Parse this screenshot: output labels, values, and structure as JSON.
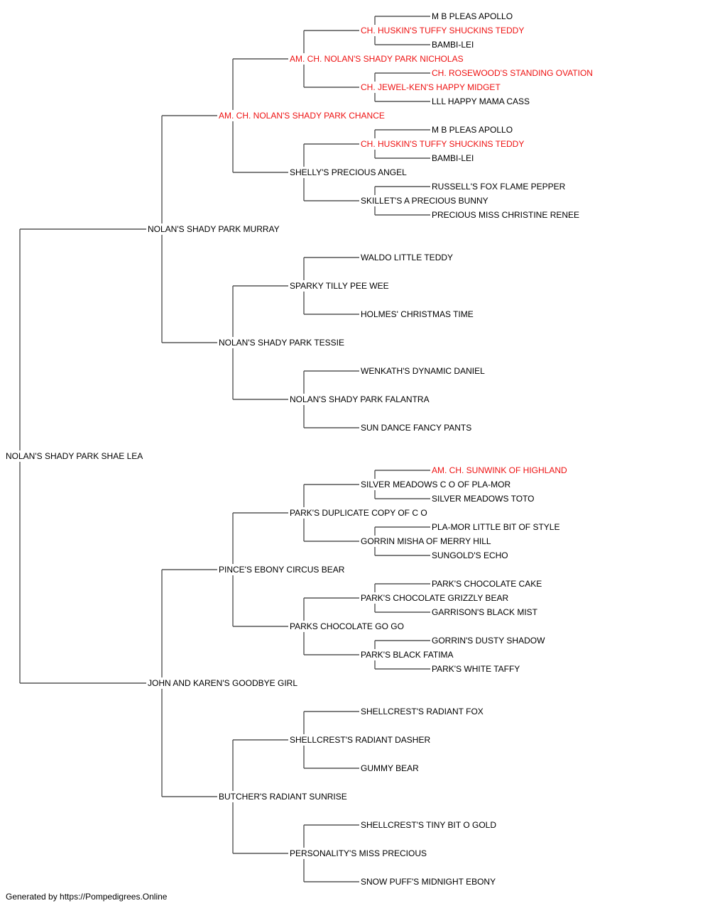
{
  "colors": {
    "champion": "#ee1111",
    "normal": "#000000",
    "line": "#555555",
    "background": "#ffffff"
  },
  "pedigree": {
    "name": "NOLAN'S SHADY PARK SHAE LEA",
    "champion": false,
    "sire": {
      "name": "NOLAN'S SHADY PARK MURRAY",
      "champion": false,
      "sire": {
        "name": "AM. CH. NOLAN'S SHADY PARK CHANCE",
        "champion": true,
        "sire": {
          "name": "AM. CH. NOLAN'S SHADY PARK NICHOLAS",
          "champion": true,
          "sire": {
            "name": "CH. HUSKIN'S TUFFY SHUCKINS TEDDY",
            "champion": true,
            "sire": {
              "name": "M B PLEAS APOLLO",
              "champion": false
            },
            "dam": {
              "name": "BAMBI-LEI",
              "champion": false
            }
          },
          "dam": {
            "name": "CH. JEWEL-KEN'S HAPPY MIDGET",
            "champion": true,
            "sire": {
              "name": "CH. ROSEWOOD'S STANDING OVATION",
              "champion": true
            },
            "dam": {
              "name": "LLL HAPPY MAMA CASS",
              "champion": false
            }
          }
        },
        "dam": {
          "name": "SHELLY'S PRECIOUS ANGEL",
          "champion": false,
          "sire": {
            "name": "CH. HUSKIN'S TUFFY SHUCKINS TEDDY",
            "champion": true,
            "sire": {
              "name": "M B PLEAS APOLLO",
              "champion": false
            },
            "dam": {
              "name": "BAMBI-LEI",
              "champion": false
            }
          },
          "dam": {
            "name": "SKILLET'S A PRECIOUS BUNNY",
            "champion": false,
            "sire": {
              "name": "RUSSELL'S FOX FLAME PEPPER",
              "champion": false
            },
            "dam": {
              "name": "PRECIOUS MISS CHRISTINE RENEE",
              "champion": false
            }
          }
        }
      },
      "dam": {
        "name": "NOLAN'S SHADY PARK TESSIE",
        "champion": false,
        "sire": {
          "name": "SPARKY TILLY PEE WEE",
          "champion": false,
          "sire": {
            "name": "WALDO LITTLE TEDDY",
            "champion": false
          },
          "dam": {
            "name": "HOLMES' CHRISTMAS TIME",
            "champion": false
          }
        },
        "dam": {
          "name": "NOLAN'S SHADY PARK FALANTRA",
          "champion": false,
          "sire": {
            "name": "WENKATH'S DYNAMIC DANIEL",
            "champion": false
          },
          "dam": {
            "name": "SUN DANCE FANCY PANTS",
            "champion": false
          }
        }
      }
    },
    "dam": {
      "name": "JOHN AND KAREN'S GOODBYE GIRL",
      "champion": false,
      "sire": {
        "name": "PINCE'S EBONY CIRCUS BEAR",
        "champion": false,
        "sire": {
          "name": "PARK'S DUPLICATE COPY OF C O",
          "champion": false,
          "sire": {
            "name": "SILVER MEADOWS C O OF PLA-MOR",
            "champion": false,
            "sire": {
              "name": "AM. CH. SUNWINK OF HIGHLAND",
              "champion": true
            },
            "dam": {
              "name": "SILVER MEADOWS TOTO",
              "champion": false
            }
          },
          "dam": {
            "name": "GORRIN MISHA OF MERRY HILL",
            "champion": false,
            "sire": {
              "name": "PLA-MOR LITTLE BIT OF STYLE",
              "champion": false
            },
            "dam": {
              "name": "SUNGOLD'S ECHO",
              "champion": false
            }
          }
        },
        "dam": {
          "name": "PARKS CHOCOLATE GO GO",
          "champion": false,
          "sire": {
            "name": "PARK'S CHOCOLATE GRIZZLY BEAR",
            "champion": false,
            "sire": {
              "name": "PARK'S CHOCOLATE CAKE",
              "champion": false
            },
            "dam": {
              "name": "GARRISON'S BLACK MIST",
              "champion": false
            }
          },
          "dam": {
            "name": "PARK'S BLACK FATIMA",
            "champion": false,
            "sire": {
              "name": "GORRIN'S DUSTY SHADOW",
              "champion": false
            },
            "dam": {
              "name": "PARK'S WHITE TAFFY",
              "champion": false
            }
          }
        }
      },
      "dam": {
        "name": "BUTCHER'S RADIANT SUNRISE",
        "champion": false,
        "sire": {
          "name": "SHELLCREST'S RADIANT DASHER",
          "champion": false,
          "sire": {
            "name": "SHELLCREST'S RADIANT FOX",
            "champion": false
          },
          "dam": {
            "name": "GUMMY BEAR",
            "champion": false
          }
        },
        "dam": {
          "name": "PERSONALITY'S MISS PRECIOUS",
          "champion": false,
          "sire": {
            "name": "SHELLCREST'S TINY BIT O GOLD",
            "champion": false
          },
          "dam": {
            "name": "SNOW PUFF'S MIDNIGHT EBONY",
            "champion": false
          }
        }
      }
    }
  },
  "footer": {
    "text": "Generated by https://Pompedigrees.Online"
  }
}
